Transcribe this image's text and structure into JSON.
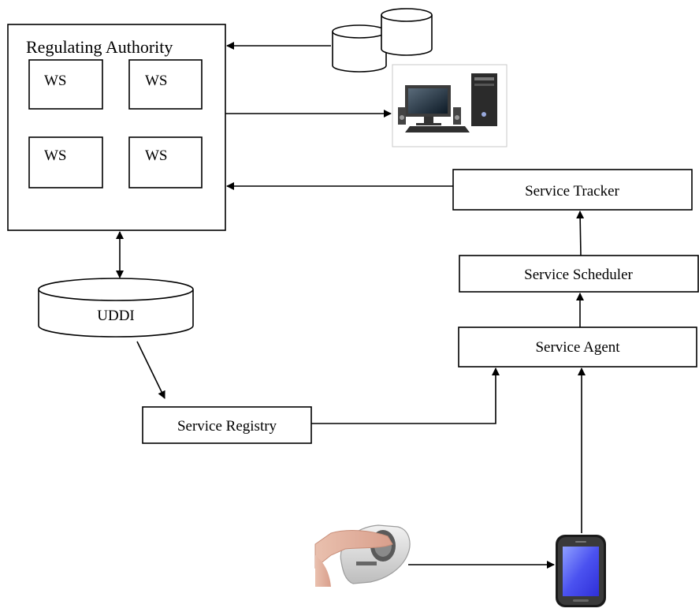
{
  "authority": {
    "title": "Regulating Authority",
    "ws_boxes": [
      "WS",
      "WS",
      "WS",
      "WS"
    ]
  },
  "uddi": {
    "label": "UDDI"
  },
  "registry": {
    "label": "Service Registry"
  },
  "tracker": {
    "label": "Service Tracker"
  },
  "scheduler": {
    "label": "Service Scheduler"
  },
  "agent": {
    "label": "Service Agent"
  },
  "images": {
    "databases": "database-stack-icon",
    "computer": "desktop-computer-image",
    "fingerprint": "fingerprint-scanner-image",
    "phone": "smartphone-image"
  }
}
